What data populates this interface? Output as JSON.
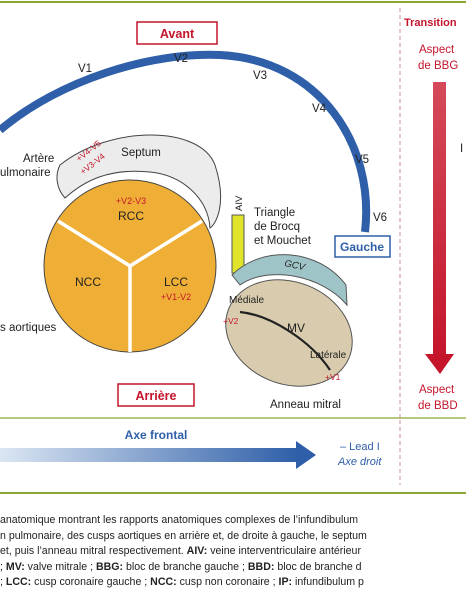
{
  "colors": {
    "blue": "#2f5fa8",
    "red": "#c4152b",
    "orange": "#efaf36",
    "olive_green": "#8aa832",
    "septum": "#ececec",
    "gcv": "#9fc4c8",
    "mitral": "#d9ccae",
    "aiv": "#e0e42a",
    "separator": "#d9a0a8"
  },
  "labels": {
    "avant": "Avant",
    "arriere": "Arrière",
    "gauche": "Gauche",
    "transition": "Transition",
    "aspect_bbg_1": "Aspect",
    "aspect_bbg_2": "de BBG",
    "aspect_bbd_1": "Aspect",
    "aspect_bbd_2": "de BBD",
    "transition_mid": "I",
    "v1": "V1",
    "v2": "V2",
    "v3": "V3",
    "v4": "V4",
    "v5": "V5",
    "v6": "V6",
    "artere_1": "Artère",
    "artere_2": "ulmonaire",
    "artery_leads_1": "+V4-V5",
    "artery_leads_2": "+V3-V4",
    "septum": "Septum",
    "aiv": "AIV",
    "triangle_1": "Triangle",
    "triangle_2": "de Brocq",
    "triangle_3": "et Mouchet",
    "rcc_leads": "+V2-V3",
    "rcc": "RCC",
    "ncc": "NCC",
    "lcc": "LCC",
    "lcc_leads": "+V1-V2",
    "aortic": "s aortiques",
    "gcv": "GCV",
    "mediale": "Médiale",
    "mv": "MV",
    "v2_red": "+V2",
    "laterale": "Latérale",
    "v1_red": "+V1",
    "anneau": "Anneau mitral",
    "axe_frontal": "Axe frontal",
    "lead": "– Lead I",
    "axe_droit": "Axe droit"
  },
  "caption": {
    "l1": "anatomique montrant les rapports anatomiques complexes de l’infundibulum",
    "l2": "n pulmonaire, des cusps aortiques en arrière et, de droite à gauche, le septum",
    "l3a": "et, puis l’anneau mitral respectivement. ",
    "l3b": "AIV:",
    "l3c": " veine interventriculaire antérieur",
    "l4a": "; ",
    "l4b": "MV:",
    "l4c": " valve mitrale ; ",
    "l4d": "BBG:",
    "l4e": " bloc de branche gauche ; ",
    "l4f": "BBD:",
    "l4g": " bloc de branche d",
    "l5a": "; ",
    "l5b": "LCC:",
    "l5c": " cusp coronaire gauche ; ",
    "l5d": "NCC:",
    "l5e": " cusp non coronaire ; ",
    "l5f": "IP:",
    "l5g": " infundibulum p"
  }
}
